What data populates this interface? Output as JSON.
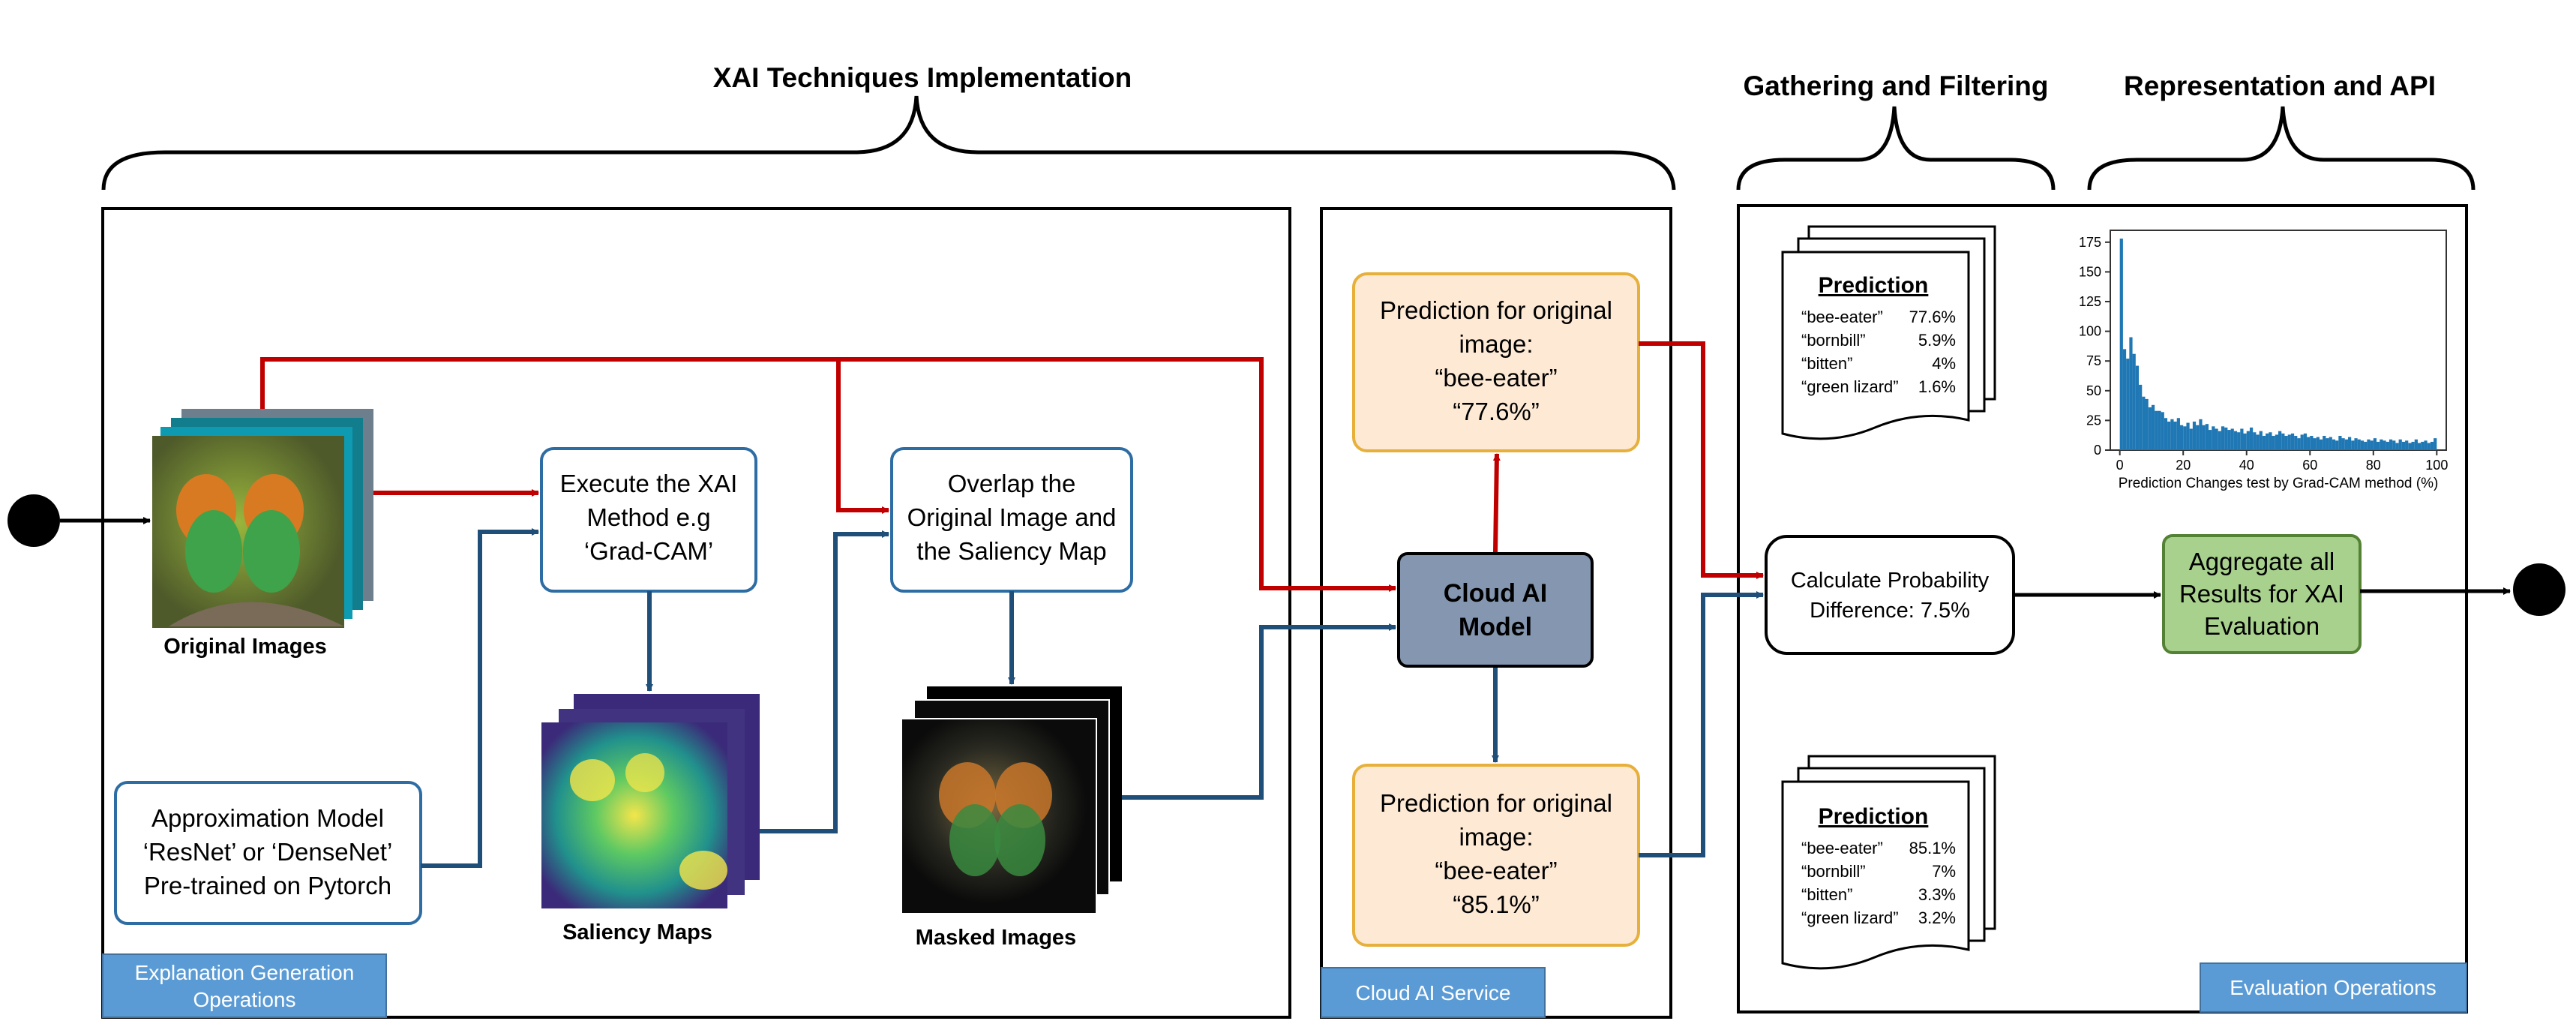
{
  "headers": {
    "xai": "XAI Techniques Implementation",
    "gathering": "Gathering and Filtering",
    "representation": "Representation and API"
  },
  "section_tags": {
    "explanation": [
      "Explanation Generation",
      "Operations"
    ],
    "cloud": "Cloud AI Service",
    "evaluation": "Evaluation Operations"
  },
  "nodes": {
    "execute_xai": [
      "Execute the XAI",
      "Method e.g",
      "‘Grad-CAM’"
    ],
    "overlap": [
      "Overlap the",
      "Original Image and",
      "the Saliency Map"
    ],
    "approximation": [
      "Approximation Model",
      "‘ResNet’ or ‘DenseNet’",
      "Pre-trained on Pytorch"
    ],
    "cloud_model": [
      "Cloud AI",
      "Model"
    ],
    "prediction_top": [
      "Prediction for original",
      "image:",
      "“bee-eater”",
      "“77.6%”"
    ],
    "prediction_bottom": [
      "Prediction for original",
      "image:",
      "“bee-eater”",
      "“85.1%”"
    ],
    "calculate": [
      "Calculate Probability",
      "Difference: 7.5%"
    ],
    "aggregate": [
      "Aggregate all",
      "Results for XAI",
      "Evaluation"
    ]
  },
  "image_captions": {
    "original": "Original Images",
    "saliency": "Saliency Maps",
    "masked": "Masked Images"
  },
  "prediction_docs": [
    {
      "title": "Prediction",
      "rows": [
        {
          "label": "“bee-eater”",
          "value": "77.6%"
        },
        {
          "label": "“bornbill”",
          "value": "5.9%"
        },
        {
          "label": "“bitten”",
          "value": "4%"
        },
        {
          "label": "“green lizard”",
          "value": "1.6%"
        }
      ]
    },
    {
      "title": "Prediction",
      "rows": [
        {
          "label": "“bee-eater”",
          "value": "85.1%"
        },
        {
          "label": "“bornbill”",
          "value": "7%"
        },
        {
          "label": "“bitten”",
          "value": "3.3%"
        },
        {
          "label": "“green lizard”",
          "value": "3.2%"
        }
      ]
    }
  ],
  "colors": {
    "red_flow": "#c00000",
    "blue_flow": "#1f4e79",
    "box_border": "#2e6da4",
    "orange_fill": "#fde9d4",
    "orange_border": "#e6b03a",
    "cloud_fill": "#8496b0",
    "green_fill": "#a9d18e",
    "green_border": "#548235",
    "tag_fill": "#5b9bd5",
    "histogram": "#1f77b4"
  },
  "chart_data": {
    "type": "bar",
    "title": "",
    "xlabel": "Prediction Changes test by Grad-CAM method (%)",
    "ylabel": "",
    "xlim": [
      -3,
      103
    ],
    "ylim": [
      0,
      185
    ],
    "x_ticks": [
      0,
      20,
      40,
      60,
      80,
      100
    ],
    "y_ticks": [
      0,
      25,
      50,
      75,
      100,
      125,
      150,
      175
    ],
    "bin_width": 1,
    "bin_start": 0,
    "values": [
      178,
      85,
      77,
      95,
      81,
      71,
      55,
      45,
      43,
      36,
      38,
      33,
      33,
      32,
      27,
      24,
      26,
      24,
      27,
      21,
      20,
      23,
      18,
      24,
      21,
      26,
      21,
      22,
      17,
      20,
      18,
      16,
      20,
      19,
      17,
      18,
      16,
      15,
      18,
      14,
      16,
      19,
      15,
      13,
      16,
      12,
      14,
      15,
      12,
      13,
      16,
      14,
      12,
      13,
      14,
      12,
      10,
      13,
      14,
      11,
      12,
      10,
      11,
      9,
      12,
      10,
      11,
      9,
      8,
      12,
      10,
      9,
      11,
      8,
      10,
      9,
      8,
      7,
      9,
      8,
      10,
      7,
      9,
      8,
      7,
      9,
      8,
      6,
      9,
      7,
      8,
      6,
      7,
      9,
      6,
      7,
      8,
      6,
      7,
      10
    ]
  }
}
